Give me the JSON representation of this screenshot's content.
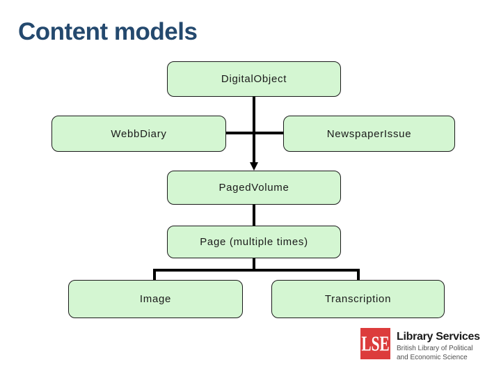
{
  "slide": {
    "title": "Content models"
  },
  "diagram": {
    "nodes": {
      "digital_object": {
        "label": "DigitalObject"
      },
      "webb_diary": {
        "label": "WebbDiary"
      },
      "newspaper_issue": {
        "label": "NewspaperIssue"
      },
      "paged_volume": {
        "label": "PagedVolume"
      },
      "page": {
        "label": "Page (multiple times)"
      },
      "image": {
        "label": "Image"
      },
      "transcription": {
        "label": "Transcription"
      }
    },
    "connectors": [
      "DigitalObject -> PagedVolume (arrow)",
      "WebbDiary - NewspaperIssue (horizontal, crosses vertical)",
      "PagedVolume - Page",
      "Page -> Image and Transcription (T branch)"
    ]
  },
  "logo": {
    "acronym": "LSE",
    "title": "Library Services",
    "subtitle_line1": "British Library of Political",
    "subtitle_line2": "and Economic Science"
  },
  "colors": {
    "title_text": "#24496e",
    "node_fill": "#d4f6d2",
    "node_border": "#1a1a1a",
    "connector": "#000000",
    "logo_red": "#dc3c3c",
    "background": "#ffffff"
  }
}
